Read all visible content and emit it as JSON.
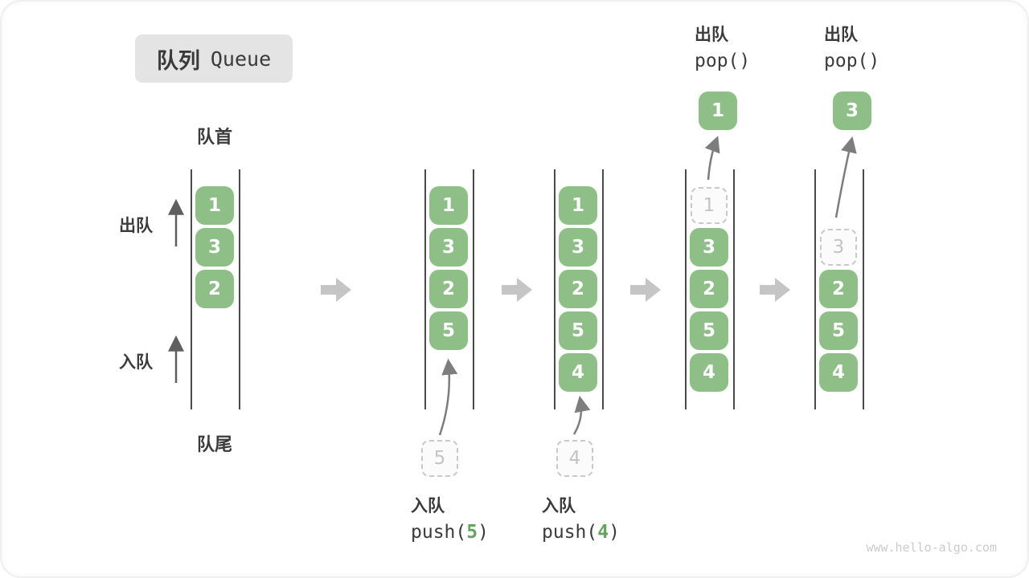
{
  "title": {
    "zh": "队列",
    "en": "Queue"
  },
  "labels": {
    "front": "队首",
    "rear": "队尾",
    "dequeue": "出队",
    "enqueue": "入队"
  },
  "watermark": "www.hello-algo.com",
  "colors": {
    "item_green": "#8dbf86",
    "code_arg_green": "#63a55c",
    "step_arrow_gray": "#c5c5c5",
    "dashed_gray": "#c9c9c9",
    "text_dark": "#3b3b3b"
  },
  "states": [
    {
      "name": "initial",
      "slots": [
        {
          "value": "1",
          "style": "solid"
        },
        {
          "value": "3",
          "style": "solid"
        },
        {
          "value": "2",
          "style": "solid"
        }
      ]
    },
    {
      "name": "after-push-5",
      "slots": [
        {
          "value": "1",
          "style": "solid"
        },
        {
          "value": "3",
          "style": "solid"
        },
        {
          "value": "2",
          "style": "solid"
        },
        {
          "value": "5",
          "style": "solid"
        }
      ],
      "incoming_value": "5",
      "operation": {
        "label_zh": "入队",
        "code_pre": "push(",
        "code_arg": "5",
        "code_post": ")"
      }
    },
    {
      "name": "after-push-4",
      "slots": [
        {
          "value": "1",
          "style": "solid"
        },
        {
          "value": "3",
          "style": "solid"
        },
        {
          "value": "2",
          "style": "solid"
        },
        {
          "value": "5",
          "style": "solid"
        },
        {
          "value": "4",
          "style": "solid"
        }
      ],
      "incoming_value": "4",
      "operation": {
        "label_zh": "入队",
        "code_pre": "push(",
        "code_arg": "4",
        "code_post": ")"
      }
    },
    {
      "name": "pop-1",
      "slots": [
        {
          "value": "1",
          "style": "dashed"
        },
        {
          "value": "3",
          "style": "solid"
        },
        {
          "value": "2",
          "style": "solid"
        },
        {
          "value": "5",
          "style": "solid"
        },
        {
          "value": "4",
          "style": "solid"
        }
      ],
      "popped_value": "1",
      "operation": {
        "label_zh": "出队",
        "code_pre": "pop(",
        "code_arg": "",
        "code_post": ")"
      }
    },
    {
      "name": "pop-3",
      "slots": [
        {
          "style": "empty"
        },
        {
          "value": "3",
          "style": "dashed"
        },
        {
          "value": "2",
          "style": "solid"
        },
        {
          "value": "5",
          "style": "solid"
        },
        {
          "value": "4",
          "style": "solid"
        }
      ],
      "popped_value": "3",
      "operation": {
        "label_zh": "出队",
        "code_pre": "pop(",
        "code_arg": "",
        "code_post": ")"
      }
    }
  ]
}
